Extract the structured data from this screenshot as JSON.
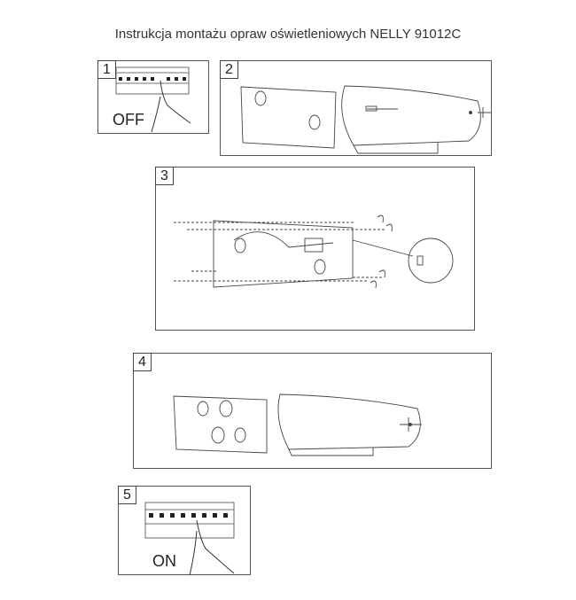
{
  "title": "Instrukcja montażu opraw oświetleniowych NELLY 91012C",
  "steps": [
    {
      "number": "1",
      "label": "OFF"
    },
    {
      "number": "2"
    },
    {
      "number": "3"
    },
    {
      "number": "4"
    },
    {
      "number": "5",
      "label": "ON"
    }
  ]
}
